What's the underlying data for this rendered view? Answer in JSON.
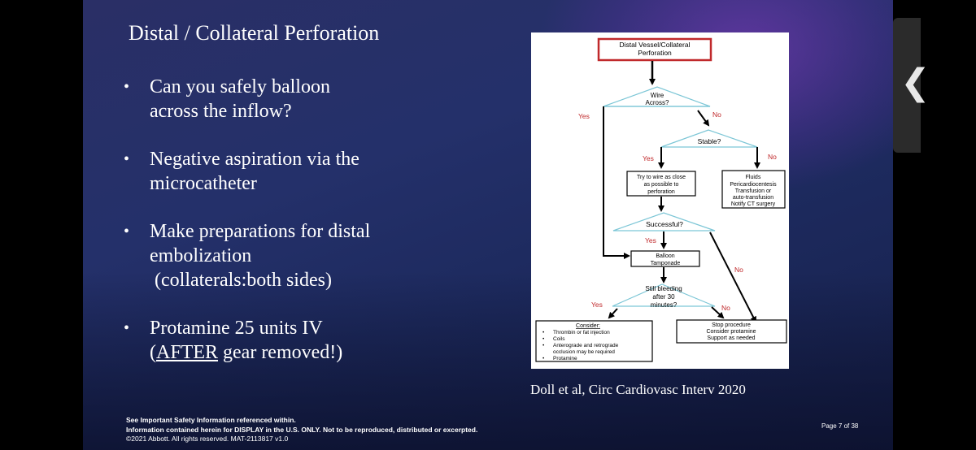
{
  "slide": {
    "title": "Distal / Collateral Perforation",
    "bullets": [
      {
        "lines": [
          "Can you safely balloon",
          "across the inflow?"
        ]
      },
      {
        "lines": [
          "Negative aspiration via the",
          "microcatheter"
        ]
      },
      {
        "lines": [
          "Make preparations for distal",
          "embolization",
          " (collaterals:both sides)"
        ]
      },
      {
        "pre": "",
        "underlined": "AFTER",
        "post": " gear removed!)",
        "line1": "Protamine 25 units IV",
        "open": "("
      }
    ],
    "citation": "Doll et al, Circ Cardiovasc Interv 2020",
    "footer": {
      "line1": "See Important Safety Information referenced within.",
      "line2": "Information contained herein for DISPLAY in the U.S. ONLY. Not to be reproduced, distributed or excerpted.",
      "line3": "©2021 Abbott. All rights reserved. MAT-2113817 v1.0"
    },
    "page": "Page 7 of 38"
  },
  "flowchart": {
    "start": [
      "Distal Vessel/Collateral",
      "Perforation"
    ],
    "wire_across": [
      "Wire",
      "Across?"
    ],
    "stable": "Stable?",
    "try_wire": [
      "Try to wire as close",
      "as possible to",
      "perforation"
    ],
    "fluids": [
      "Fluids",
      "Pericardiocentesis",
      "Transfusion or",
      "auto-transfusion",
      "Notify CT surgery"
    ],
    "successful": "Successful?",
    "balloon": [
      "Balloon",
      "Tamponade"
    ],
    "still_bleeding": [
      "Still bleeding",
      "after 30",
      "minutes?"
    ],
    "consider_title": "Consider:",
    "consider_items": [
      "Thrombin or fat injection",
      "Coils",
      "Anterograde and retrograde",
      "occlusion may be required",
      "Protamine"
    ],
    "stop": [
      "Stop procedure",
      "Consider protamine",
      "Support as needed"
    ],
    "yes": "Yes",
    "no": "No",
    "red": "#c0292b",
    "teal": "#7cc6d6"
  },
  "side_panel": {
    "icon": "chevron-left-icon",
    "glyph": "❮"
  }
}
